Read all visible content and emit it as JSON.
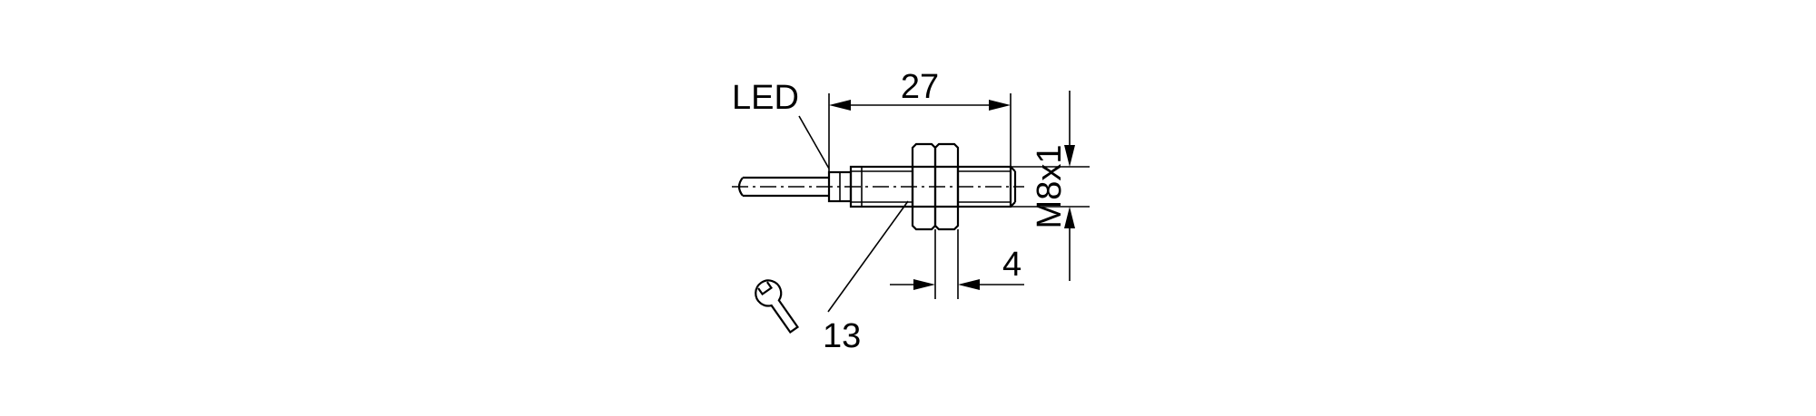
{
  "labels": {
    "led": "LED",
    "length": "27",
    "thread": "M8x1",
    "nut_width": "4",
    "wrench_size": "13"
  },
  "icons": {
    "wrench": "wrench-icon"
  },
  "colors": {
    "line": "#000000",
    "background": "#ffffff"
  }
}
